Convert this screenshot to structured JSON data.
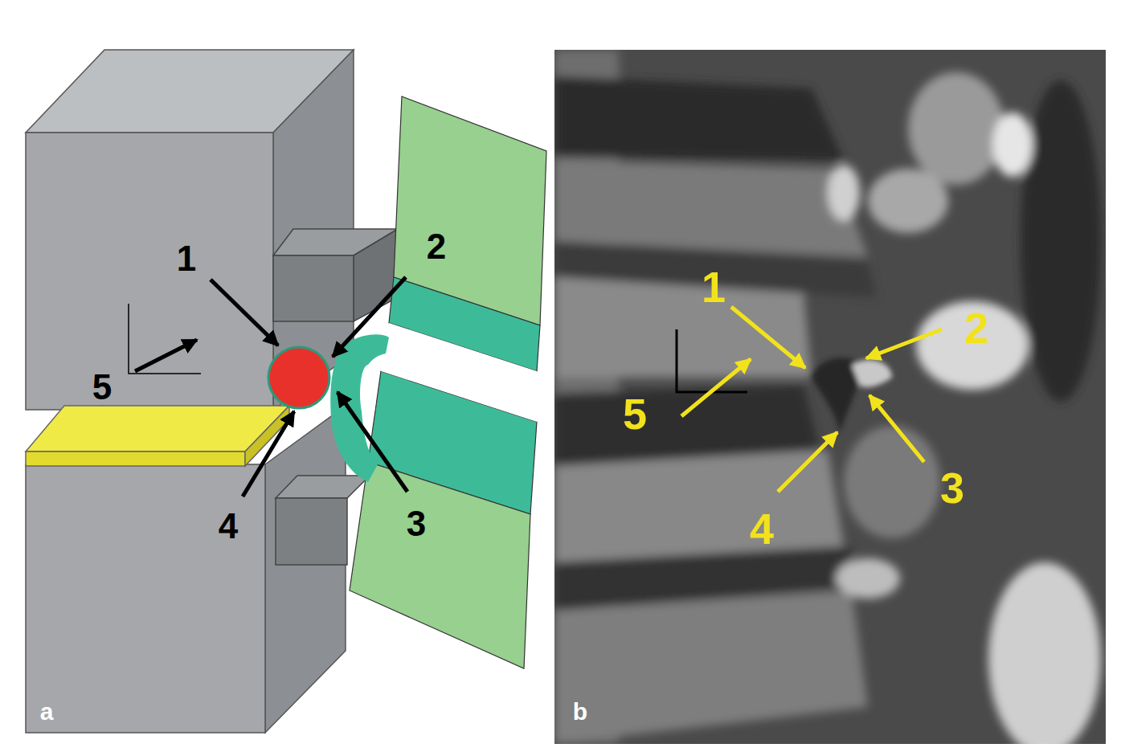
{
  "diagram": {
    "labels": [
      "1",
      "2",
      "5",
      "4",
      "3",
      "a",
      "1",
      "2",
      "5",
      "4",
      "3",
      "b"
    ]
  }
}
